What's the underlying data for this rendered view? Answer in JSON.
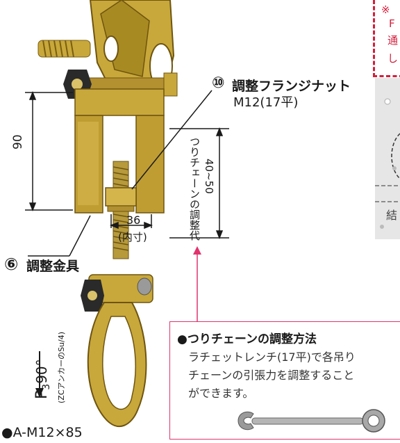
{
  "colors": {
    "accent": "#d21f3c",
    "pink_border": "#e0336e",
    "metal": "#c8a83a",
    "metal_dark": "#8a6d14",
    "bolt": "#9a9a9a"
  },
  "labels": {
    "part10_number": "⑩",
    "part10_name": "調整フランジナット",
    "part10_spec": "M12(17平)",
    "part6_number": "⑥",
    "part6_name": "調整金具",
    "dim_height": "90",
    "dim_width": "36",
    "dim_width_note": "(内寸)",
    "chain_adjust_label": "つりチェーンの調整代",
    "chain_adjust_range": "40~50",
    "angle_prefix": "P",
    "angle_subscript": "3",
    "angle_value": "90°",
    "angle_note": "(ZCアンカーのSu/4)",
    "bolt_spec": "●A-M12×85"
  },
  "note": {
    "symbol": "※",
    "lines": [
      "",
      "F",
      "通",
      "し"
    ]
  },
  "panel": {
    "label_fragment": "結"
  },
  "info": {
    "title": "●つりチェーンの調整方法",
    "lines": [
      "ラチェットレンチ(17平)で各吊り",
      "チェーンの引張力を調整すること",
      "ができます。"
    ],
    "wrench_icon": "ratchet-wrench"
  }
}
